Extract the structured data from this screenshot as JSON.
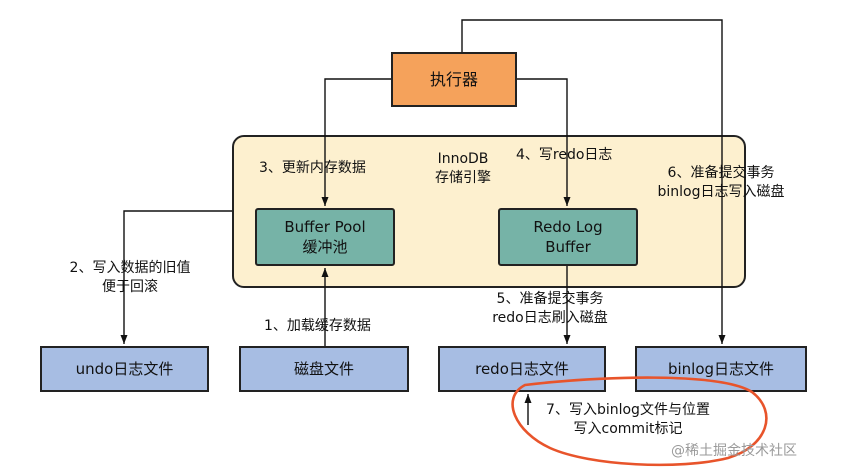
{
  "nodes": {
    "executor": "执行器",
    "engine": {
      "line1": "InnoDB",
      "line2": "存储引擎"
    },
    "buffer_pool": {
      "line1": "Buffer Pool",
      "line2": "缓冲池"
    },
    "redo_log_buffer": {
      "line1": "Redo Log",
      "line2": "Buffer"
    },
    "undo_file": "undo日志文件",
    "disk_file": "磁盘文件",
    "redo_file": "redo日志文件",
    "binlog_file": "binlog日志文件"
  },
  "steps": {
    "step1": "1、加载缓存数据",
    "step2": {
      "line1": "2、写入数据的旧值",
      "line2": "便于回滚"
    },
    "step3": "3、更新内存数据",
    "step4": "4、写redo日志",
    "step5": {
      "line1": "5、准备提交事务",
      "line2": "redo日志刷入磁盘"
    },
    "step6": {
      "line1": "6、准备提交事务",
      "line2": "binlog日志写入磁盘"
    },
    "step7": {
      "line1": "7、写入binlog文件与位置",
      "line2": "写入commit标记"
    }
  },
  "colors": {
    "executor": "#f5a25b",
    "engine": "#fdf0cf",
    "memory": "#76b3a7",
    "file": "#a7bde3",
    "highlight": "#e8542b"
  },
  "watermark": "@稀土掘金技术社区"
}
